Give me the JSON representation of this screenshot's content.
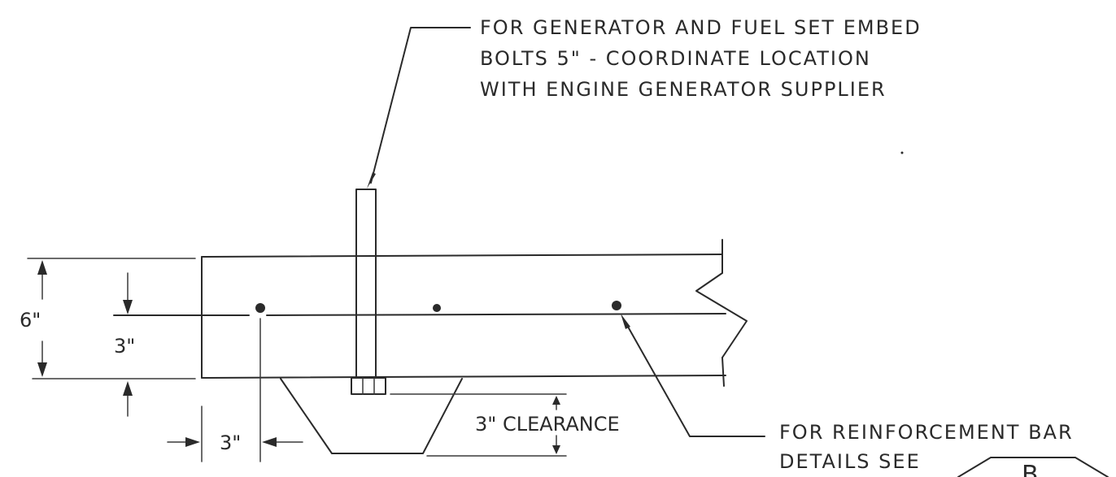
{
  "notes": {
    "generator_bolts": {
      "line1": "FOR GENERATOR AND FUEL SET EMBED",
      "line2": "BOLTS 5\" - COORDINATE LOCATION",
      "line3": "WITH ENGINE GENERATOR SUPPLIER"
    },
    "reinforcement": {
      "line1": "FOR REINFORCEMENT BAR",
      "line2": "DETAILS SEE"
    }
  },
  "dimensions": {
    "slab_thickness": "6\"",
    "bar_depth": "3\"",
    "edge_offset": "3\"",
    "clearance": "3\" CLEARANCE"
  },
  "section_marker": {
    "letter": "B"
  }
}
